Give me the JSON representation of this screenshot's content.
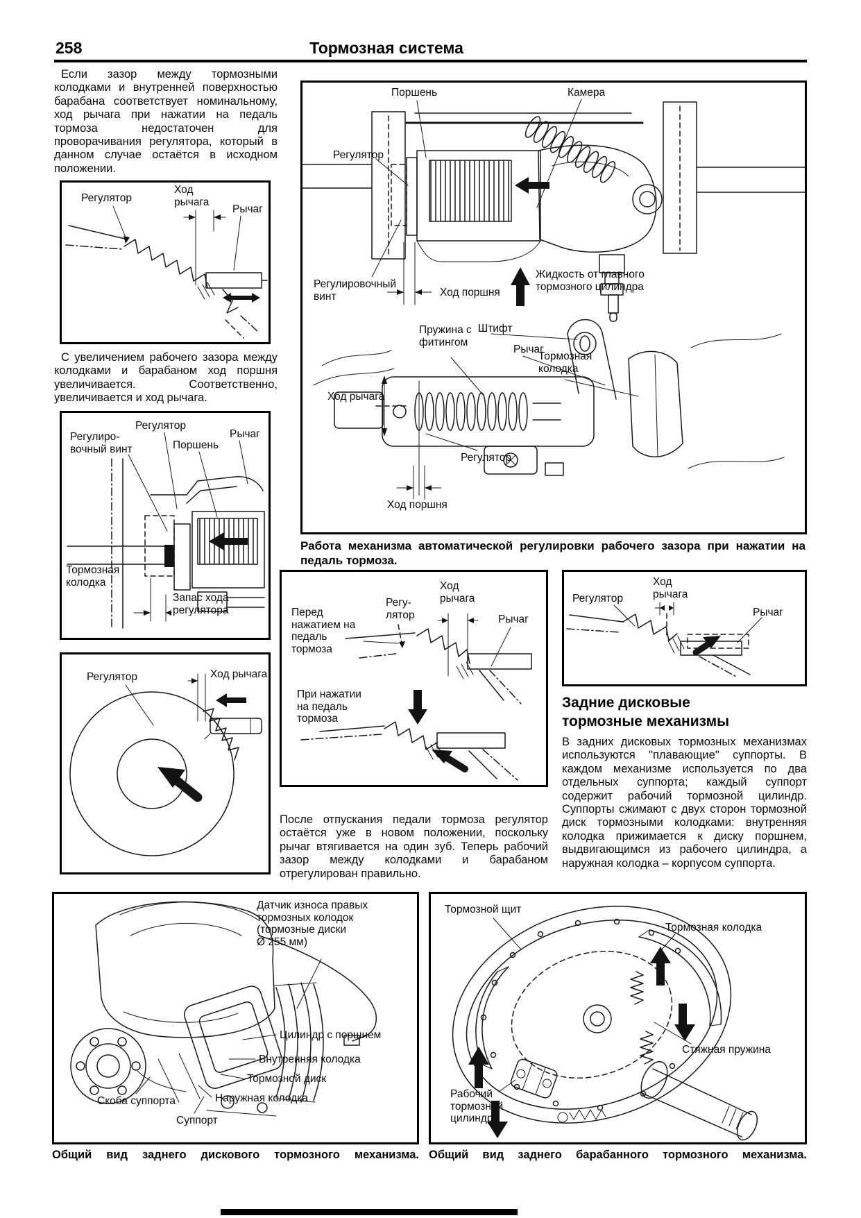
{
  "page": {
    "number": "258",
    "title": "Тормозная система"
  },
  "texts": {
    "p1": "Если зазор между тормозными колодками и внутренней поверхностью барабана соответствует номинальному, ход рычага при нажатии на педаль тормоза недостаточен для проворачивания регулятора, который в данном случае остаётся в исходном положении.",
    "p2": "С увеличением рабочего зазора между колодками и барабаном ход поршня увеличивается. Соответственно, увеличивается и ход рычага.",
    "after_release": "После отпускания педали тормоза регулятор остаётся уже в новом положении, поскольку рычаг втягивается на один зуб. Теперь рабочий зазор между колодками и барабаном отрегулирован правильно.",
    "rd_heading": "Задние дисковые\nтормозные механизмы",
    "rd_para": "В задних дисковых тормозных механизмах используются \"плавающие\" суппорты. В каждом механизме используется по два отдельных суппорта; каждый суппорт содержит рабочий тормозной цилиндр. Суппорты сжимают с двух сторон тормозной диск тормозными колодками: внутренняя колодка прижимается к диску поршнем, выдвигающимся из рабочего цилиндра, а наружная колодка – корпусом суппорта."
  },
  "figures": {
    "l1": {
      "regulator": "Регулятор",
      "lever_travel": "Ход\nрычага",
      "lever": "Рычаг"
    },
    "l2": {
      "adjusting_screw": "Регулиро-\nвочный винт",
      "regulator": "Регулятор",
      "piston": "Поршень",
      "lever": "Рычаг",
      "brake_shoe": "Тормозная\nколодка",
      "reserve": "Запас хода\nрегулятора"
    },
    "l3": {
      "regulator": "Регулятор",
      "lever_travel": "Ход рычага"
    },
    "r1": {
      "piston": "Поршень",
      "chamber": "Камера",
      "regulator_top": "Регулятор",
      "adjusting_screw": "Регулировочный\nвинт",
      "piston_travel_top": "Ход поршня",
      "fluid": "Жидкость от главного\nтормозного цилиндра",
      "spring_fitting": "Пружина с\nфитингом",
      "pin": "Штифт",
      "lever": "Рычаг",
      "brake_shoe": "Тормозная\nколодка",
      "lever_travel": "Ход рычага",
      "regulator_bottom": "Регулятор",
      "piston_travel_bottom": "Ход поршня",
      "caption": "Работа механизма автоматической регулировки рабочего зазора при нажатии на педаль тормоза."
    },
    "m1": {
      "before": "Перед\nнажатием на\nпедаль\nтормоза",
      "regulator": "Регу-\nлятор",
      "lever_travel": "Ход\nрычага",
      "lever": "Рычаг",
      "during": "При нажатии\nна педаль\nтормоза"
    },
    "m2": {
      "lever_travel": "Ход\nрычага",
      "regulator": "Регулятор",
      "lever": "Рычаг"
    },
    "b1": {
      "sensor": "Датчик износа правых\nтормозных колодок\n(тормозные диски\nØ 255 мм)",
      "cylinder_piston": "Цилиндр с поршнем",
      "inner_pad": "Внутренняя колодка",
      "disc": "Тормозной диск",
      "outer_pad": "Наружная колодка",
      "bracket": "Скоба суппорта",
      "caliper": "Суппорт",
      "caption": "Общий вид заднего дискового тормозного механизма."
    },
    "b2": {
      "shield": "Тормозной щит",
      "shoe": "Тормозная колодка",
      "spring": "Стяжная пружина",
      "cylinder": "Рабочий\nтормозной\nцилиндр",
      "caption": "Общий вид заднего барабанного тормозного механизма."
    }
  }
}
